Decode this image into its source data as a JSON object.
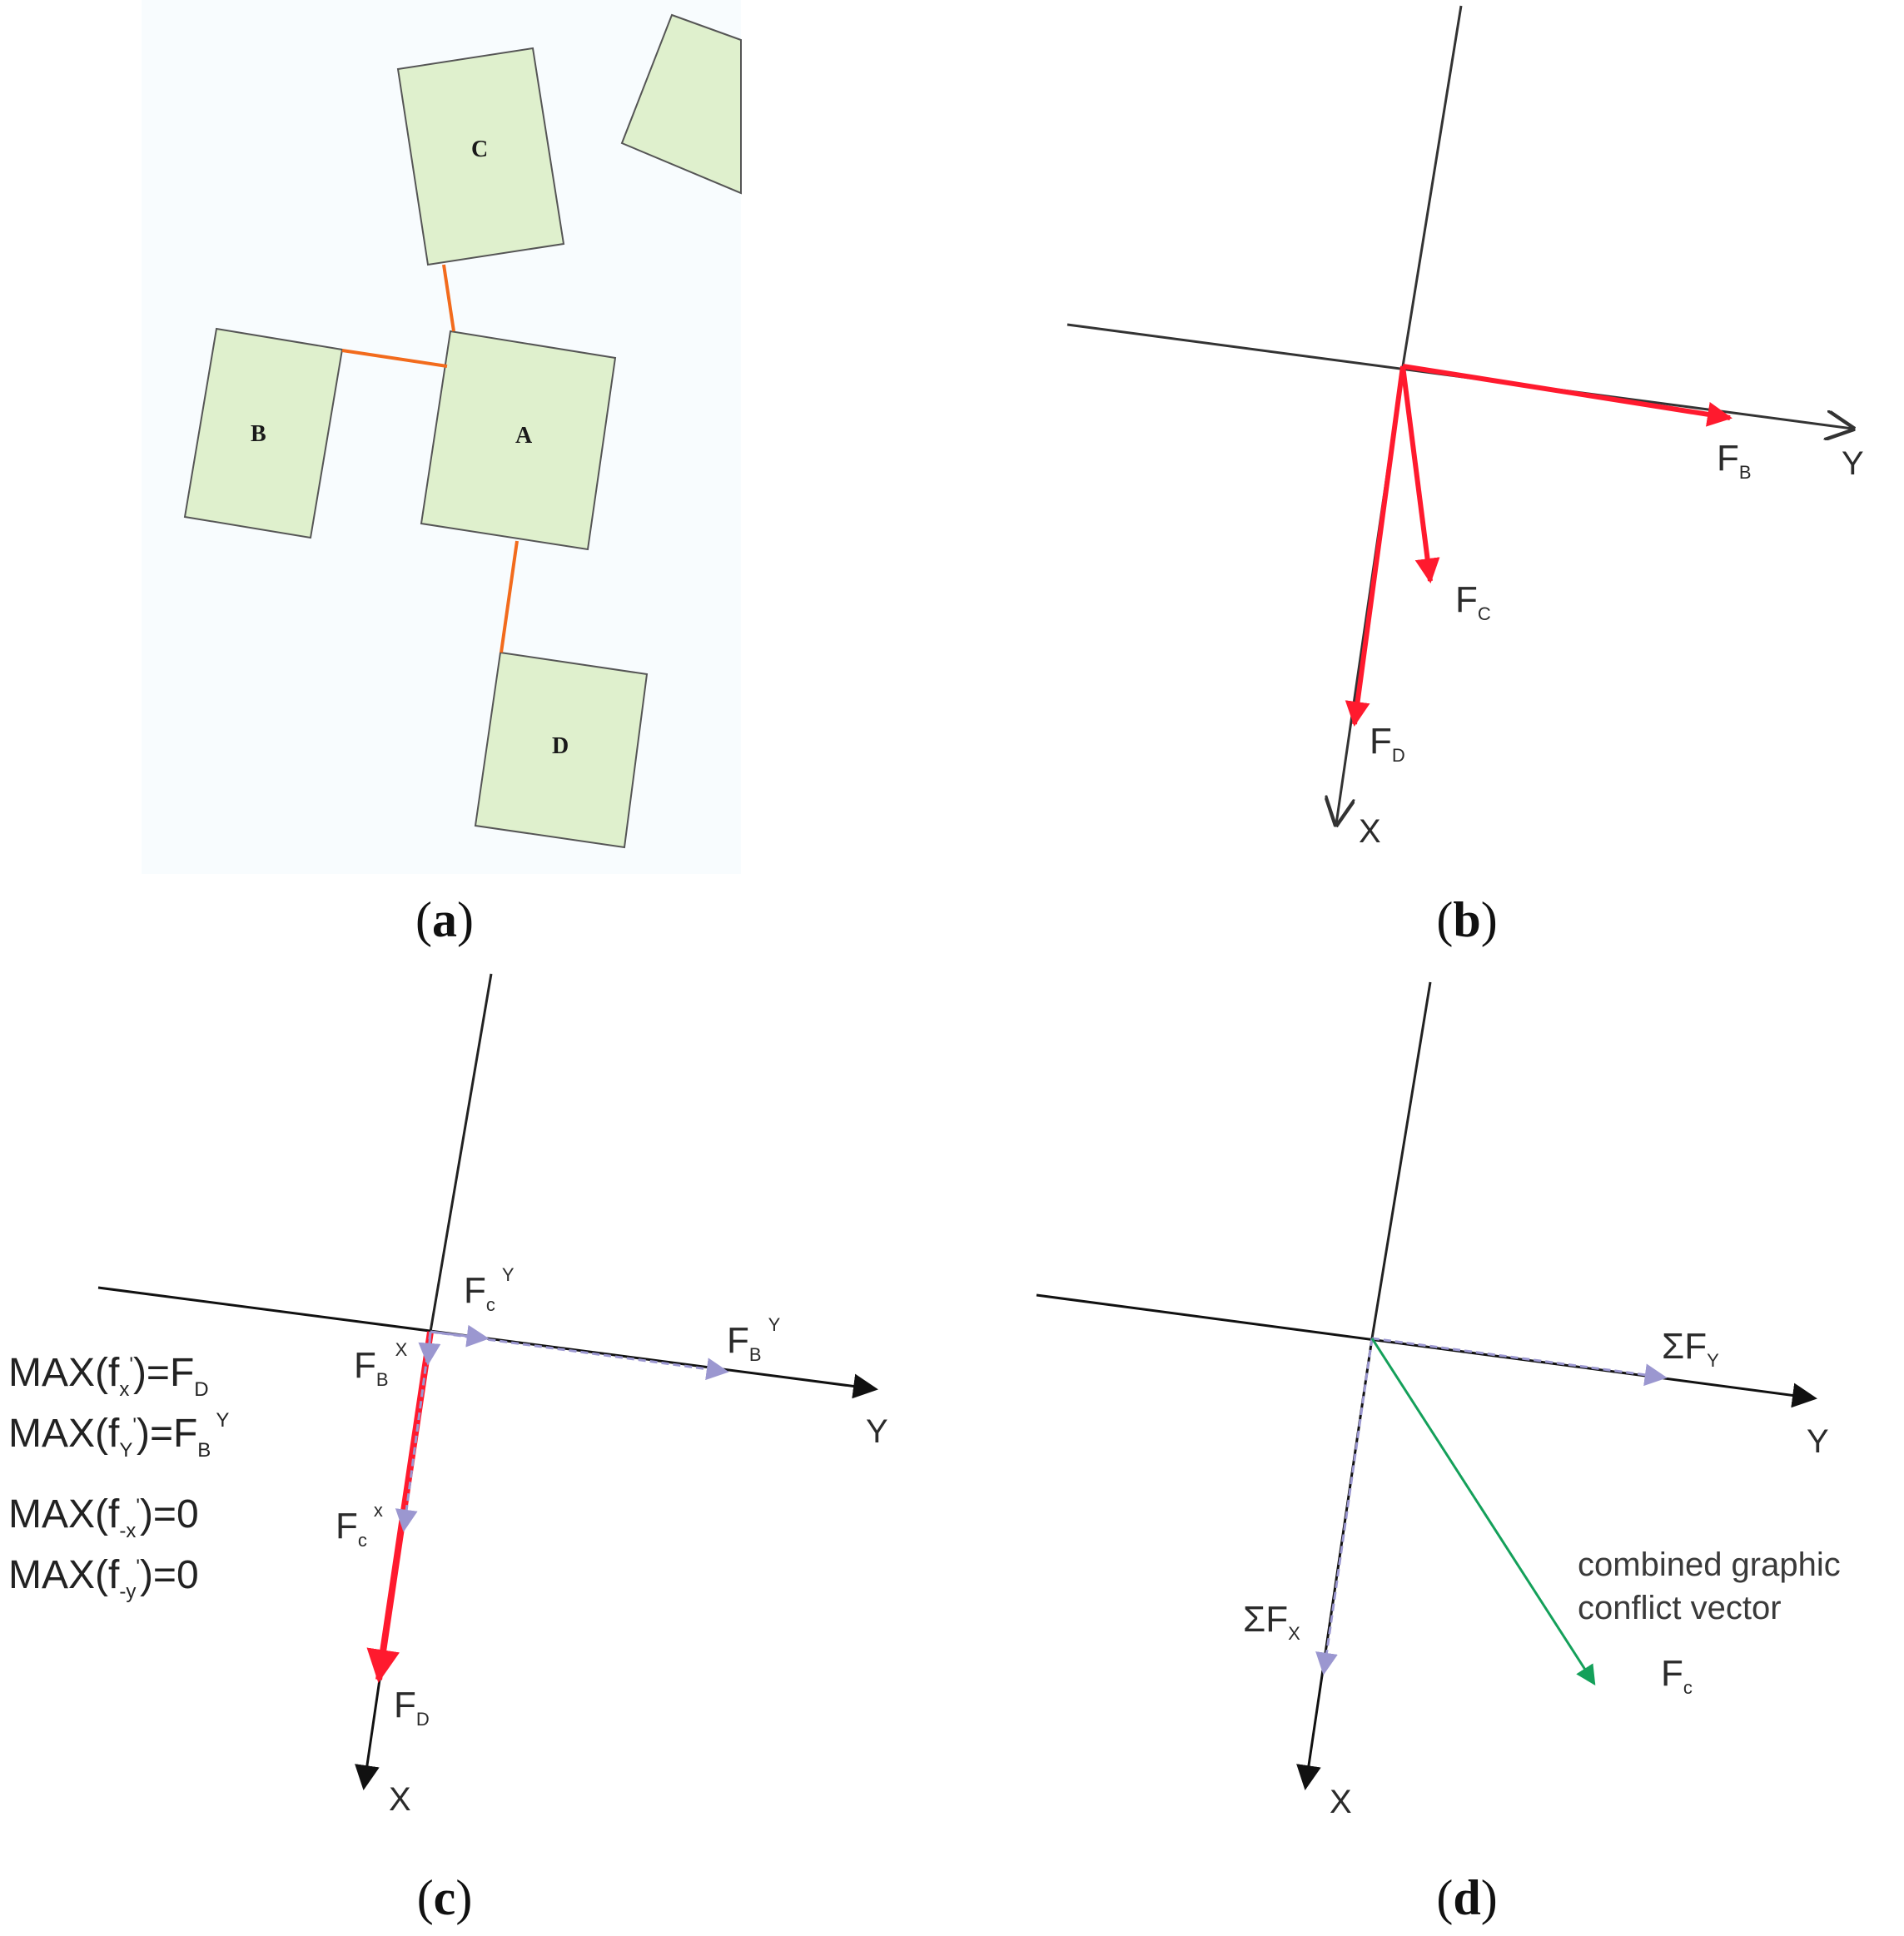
{
  "panels": {
    "a": {
      "caption_open": "(",
      "caption_letter": "a",
      "caption_close": ")",
      "buildings": [
        "A",
        "B",
        "C",
        "D"
      ],
      "colors": {
        "building_fill": "#dff0cd",
        "building_stroke": "#555555",
        "conflict_line": "#f26b1d",
        "map_bg": "#f8fcfe"
      }
    },
    "b": {
      "caption_open": "(",
      "caption_letter": "b",
      "caption_close": ")",
      "axis_x": "X",
      "axis_y": "Y",
      "forces": [
        {
          "main": "F",
          "sub": "B"
        },
        {
          "main": "F",
          "sub": "C"
        },
        {
          "main": "F",
          "sub": "D"
        }
      ],
      "colors": {
        "force": "#ff1a2e",
        "axis": "#333333"
      }
    },
    "c": {
      "caption_open": "(",
      "caption_letter": "c",
      "caption_close": ")",
      "axis_x": "X",
      "axis_y": "Y",
      "labels": {
        "fcy": {
          "main": "F",
          "sub": "c",
          "sup": "Y"
        },
        "fby": {
          "main": "F",
          "sub": "B",
          "sup": "Y"
        },
        "fbx": {
          "main": "F",
          "sub": "B",
          "sup": "X"
        },
        "fcx": {
          "main": "F",
          "sub": "c",
          "sup": "x"
        },
        "fd": {
          "main": "F",
          "sub": "D"
        }
      },
      "equations": [
        {
          "pre": "MAX(f",
          "sub": "x",
          "sup": "'",
          "mid": ")=F",
          "rsub": "D",
          "rsup": ""
        },
        {
          "pre": "MAX(f",
          "sub": "Y",
          "sup": "'",
          "mid": ")=F",
          "rsub": "B",
          "rsup": "Y"
        },
        {
          "pre": "MAX(f",
          "sub": "-x",
          "sup": "'",
          "mid": ")=0",
          "rsub": "",
          "rsup": ""
        },
        {
          "pre": "MAX(f",
          "sub": "-y",
          "sup": "'",
          "mid": ")=0",
          "rsub": "",
          "rsup": ""
        }
      ],
      "colors": {
        "component": "#9b97d0",
        "force": "#ff1a2e",
        "axis": "#111111"
      }
    },
    "d": {
      "caption_open": "(",
      "caption_letter": "d",
      "caption_close": ")",
      "axis_x": "X",
      "axis_y": "Y",
      "sum_y": {
        "main": "ΣF",
        "sub": "Y"
      },
      "sum_x": {
        "main": "ΣF",
        "sub": "X"
      },
      "fc": {
        "main": "F",
        "sub": "c"
      },
      "note_line1": "combined graphic",
      "note_line2": "conflict vector",
      "colors": {
        "component": "#9b97d0",
        "combined": "#14a05a",
        "axis": "#111111"
      }
    }
  }
}
